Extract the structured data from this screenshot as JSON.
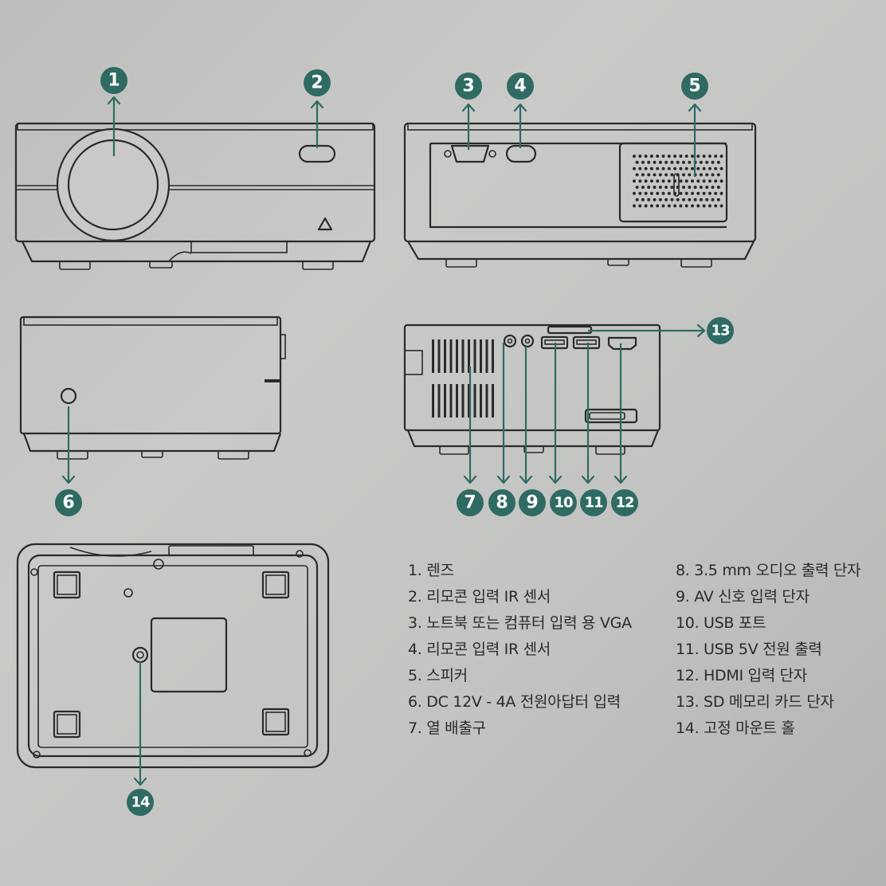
{
  "callouts": [
    "1",
    "2",
    "3",
    "4",
    "5",
    "6",
    "7",
    "8",
    "9",
    "10",
    "11",
    "12",
    "13",
    "14"
  ],
  "legend": {
    "column1": [
      "1. 렌즈",
      "2. 리모콘 입력 IR 센서",
      "3. 노트북 또는 컴퓨터 입력 용 VGA",
      "4. 리모콘 입력 IR 센서",
      "5. 스피커",
      "6. DC 12V - 4A 전원아답터 입력",
      "7. 열 배출구"
    ],
    "column2": [
      "8. 3.5 mm 오디오 출력 단자",
      "9. AV 신호 입력 단자",
      "10. USB 포트",
      "11. USB 5V 전원 출력",
      "12. HDMI 입력 단자",
      "13. SD 메모리 카드 단자",
      "14. 고정 마운트 홀"
    ]
  },
  "colors": {
    "callout": "#2f6b63",
    "line": "#2a2a2a",
    "background": "#c3c4c1"
  }
}
